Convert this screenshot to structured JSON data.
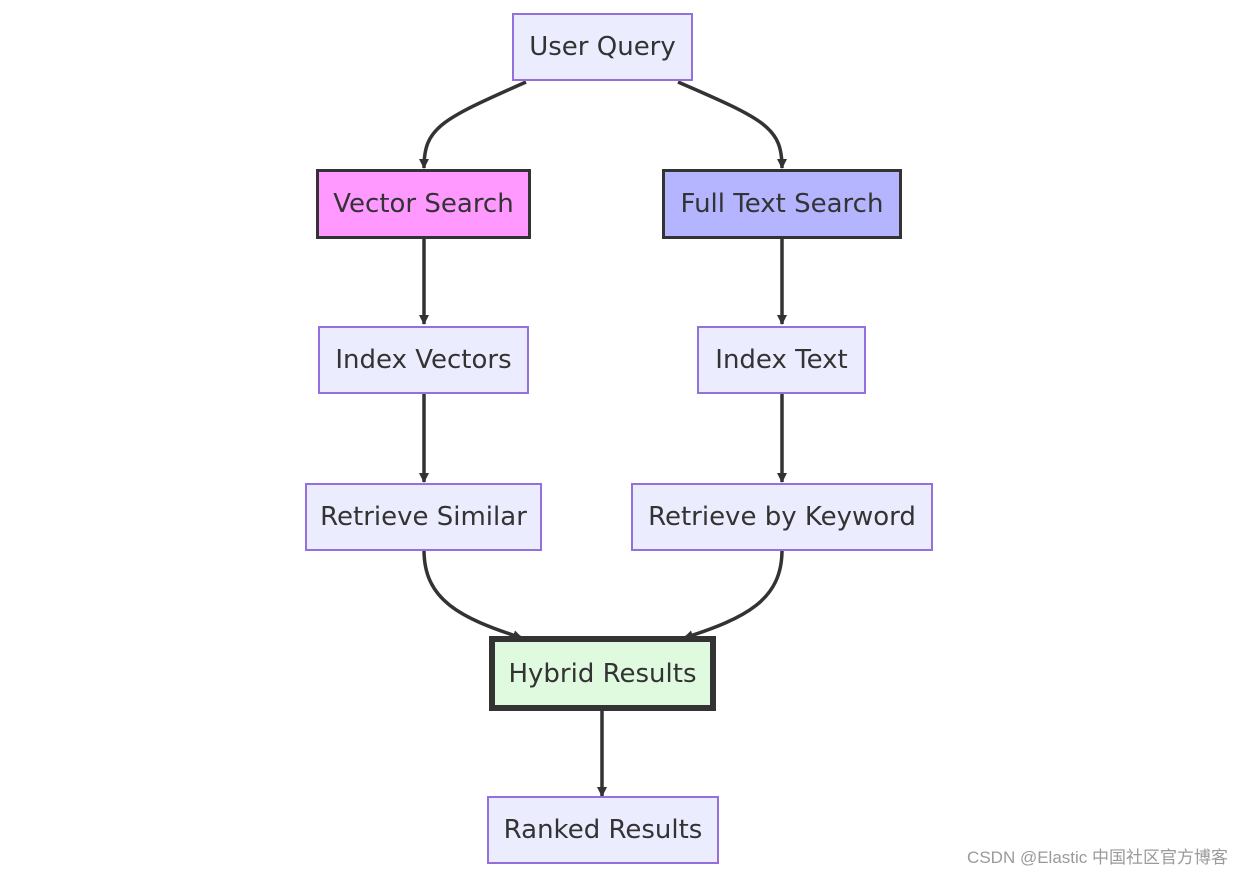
{
  "nodes": {
    "user_query": "User Query",
    "vector_search": "Vector Search",
    "full_text_search": "Full Text Search",
    "index_vectors": "Index Vectors",
    "index_text": "Index Text",
    "retrieve_similar": "Retrieve Similar",
    "retrieve_by_keyword": "Retrieve by Keyword",
    "hybrid_results": "Hybrid Results",
    "ranked_results": "Ranked Results"
  },
  "edges": [
    [
      "user_query",
      "vector_search"
    ],
    [
      "user_query",
      "full_text_search"
    ],
    [
      "vector_search",
      "index_vectors"
    ],
    [
      "full_text_search",
      "index_text"
    ],
    [
      "index_vectors",
      "retrieve_similar"
    ],
    [
      "index_text",
      "retrieve_by_keyword"
    ],
    [
      "retrieve_similar",
      "hybrid_results"
    ],
    [
      "retrieve_by_keyword",
      "hybrid_results"
    ],
    [
      "hybrid_results",
      "ranked_results"
    ]
  ],
  "colors": {
    "default_fill": "#ECECFF",
    "default_border": "#9370DB",
    "vector_search_fill": "#FF99FF",
    "full_text_search_fill": "#B4B4FF",
    "hybrid_results_fill": "#DFFADF",
    "highlight_border": "#333333",
    "edge": "#333333"
  },
  "watermark": "CSDN @Elastic 中国社区官方博客"
}
